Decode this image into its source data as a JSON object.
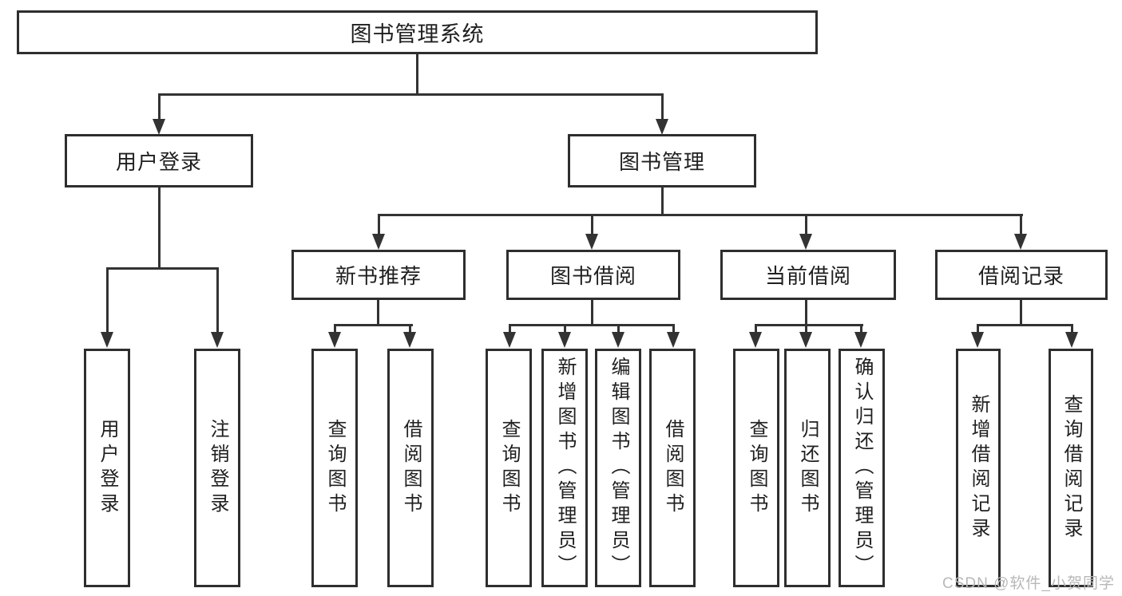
{
  "page": {
    "background": "#ffffff"
  },
  "colors": {
    "line": "#333333",
    "box_border": "#2e2e2e",
    "text": "#1f1f1f",
    "watermark": "#b8b8b8"
  },
  "diagram": {
    "root": {
      "label": "图书管理系统"
    },
    "branches": [
      {
        "label": "用户登录",
        "children": [
          {
            "label": "用户登录"
          },
          {
            "label": "注销登录"
          }
        ]
      },
      {
        "label": "图书管理",
        "children": [
          {
            "label": "新书推荐",
            "children": [
              {
                "label": "查询图书"
              },
              {
                "label": "借阅图书"
              }
            ]
          },
          {
            "label": "图书借阅",
            "children": [
              {
                "label": "查询图书"
              },
              {
                "label": "新增图书（管理员）"
              },
              {
                "label": "编辑图书（管理员）"
              },
              {
                "label": "借阅图书"
              }
            ]
          },
          {
            "label": "当前借阅",
            "children": [
              {
                "label": "查询图书"
              },
              {
                "label": "归还图书"
              },
              {
                "label": "确认归还（管理员）"
              }
            ]
          },
          {
            "label": "借阅记录",
            "children": [
              {
                "label": "新增借阅记录"
              },
              {
                "label": "查询借阅记录"
              }
            ]
          }
        ]
      }
    ]
  },
  "watermark": {
    "text": "CSDN @软件_小贺同学"
  }
}
